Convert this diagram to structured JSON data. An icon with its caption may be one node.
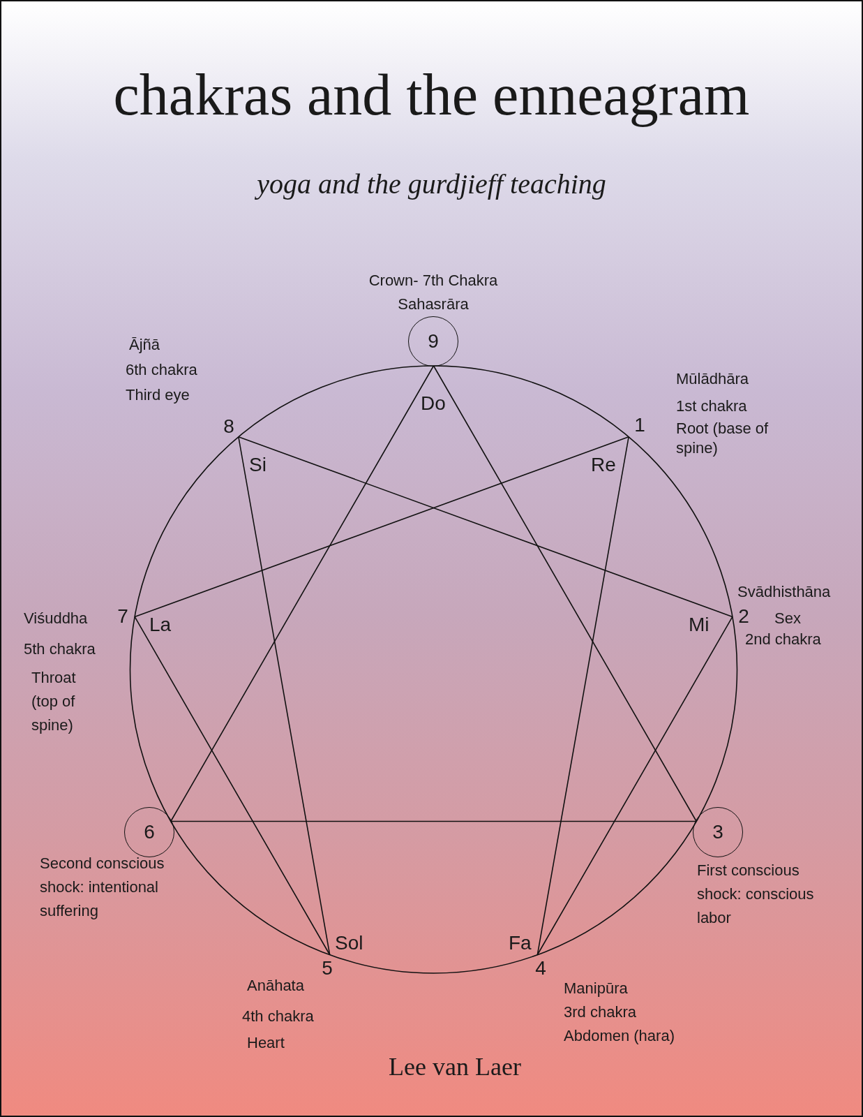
{
  "diagram": {
    "title": "chakras and the enneagram",
    "nodes": [
      {
        "text": [
          "9"
        ],
        "beside": [
          "Crown- 7th Chakra",
          "Sahasrāra",
          "Do"
        ]
      },
      {
        "text": [
          "8"
        ],
        "beside": [
          "Ājñā",
          "6th chakra",
          "Third eye",
          "Si"
        ]
      },
      {
        "text": [
          "1"
        ],
        "beside": [
          "Mūlādhāra",
          "1st chakra",
          "Root (base of spine)",
          "Re"
        ]
      },
      {
        "text": [
          "7"
        ],
        "beside": [
          "Viśuddha",
          "5th chakra",
          "Throat (top of spine)",
          "La"
        ]
      },
      {
        "text": [
          "2"
        ],
        "beside": [
          "Svādhisthāna",
          "Sex",
          "2nd chakra",
          "Mi"
        ]
      },
      {
        "text": [
          "6"
        ],
        "beside": [
          "Second conscious shock: intentional suffering"
        ]
      },
      {
        "text": [
          "3"
        ],
        "beside": [
          "First conscious shock: conscious labor"
        ]
      },
      {
        "text": [
          "5"
        ],
        "beside": [
          "Anāhata",
          "4th chakra",
          "Heart",
          "Sol"
        ]
      },
      {
        "text": [
          "4"
        ],
        "beside": [
          "Manipūra",
          "3rd chakra",
          "Abdomen (hara)",
          "Fa"
        ]
      }
    ],
    "edges": [
      {
        "from": 0,
        "to": 6,
        "arrow": "none"
      },
      {
        "from": 6,
        "to": 5,
        "arrow": "none"
      },
      {
        "from": 5,
        "to": 0,
        "arrow": "none"
      },
      {
        "from": 2,
        "to": 8,
        "arrow": "none"
      },
      {
        "from": 8,
        "to": 4,
        "arrow": "none"
      },
      {
        "from": 4,
        "to": 1,
        "arrow": "none"
      },
      {
        "from": 1,
        "to": 7,
        "arrow": "none"
      },
      {
        "from": 7,
        "to": 3,
        "arrow": "none"
      },
      {
        "from": 3,
        "to": 2,
        "arrow": "none"
      }
    ],
    "labels": [
      "yoga and the gurdjieff teaching",
      "Lee van Laer"
    ]
  }
}
